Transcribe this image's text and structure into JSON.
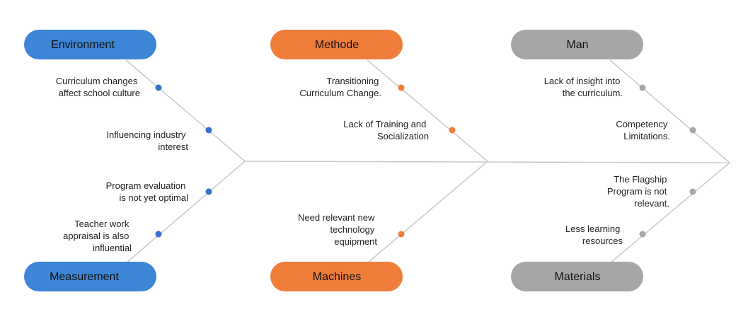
{
  "colors": {
    "line": "#c9c9c9",
    "blue": "#3d85d6",
    "orange": "#ee7d3a",
    "gray": "#a6a6a6"
  },
  "categories": [
    {
      "id": "environment",
      "label": "Environment",
      "color": "#3d85d6",
      "dot": "#3a6fc7",
      "causes": [
        {
          "lines": [
            "Curriculum changes",
            "affect school culture"
          ]
        },
        {
          "lines": [
            "Influencing industry",
            "interest"
          ]
        }
      ]
    },
    {
      "id": "measurement",
      "label": "Measurement",
      "color": "#3d85d6",
      "dot": "#3a6fc7",
      "causes": [
        {
          "lines": [
            "Program evaluation",
            "is not yet optimal"
          ]
        },
        {
          "lines": [
            "Teacher work",
            "appraisal is also",
            "influential"
          ]
        }
      ]
    },
    {
      "id": "methode",
      "label": "Methode",
      "color": "#ee7d3a",
      "dot": "#ee7d3a",
      "causes": [
        {
          "lines": [
            "Transitioning",
            "Curriculum Change."
          ]
        },
        {
          "lines": [
            "Lack of Training and",
            "Socialization"
          ]
        }
      ]
    },
    {
      "id": "machines",
      "label": "Machines",
      "color": "#ee7d3a",
      "dot": "#ee7d3a",
      "causes": [
        {
          "lines": [
            "Need relevant new",
            "technology",
            "equipment"
          ]
        }
      ]
    },
    {
      "id": "man",
      "label": "Man",
      "color": "#a6a6a6",
      "dot": "#a6a6a6",
      "causes": [
        {
          "lines": [
            "Lack of insight into",
            "the curriculum."
          ]
        },
        {
          "lines": [
            "Competency",
            "Limitations."
          ]
        }
      ]
    },
    {
      "id": "materials",
      "label": "Materials",
      "color": "#a6a6a6",
      "dot": "#a6a6a6",
      "causes": [
        {
          "lines": [
            "The Flagship",
            "Program is not",
            "relevant."
          ]
        },
        {
          "lines": [
            "Less learning",
            "resources"
          ]
        }
      ]
    }
  ]
}
